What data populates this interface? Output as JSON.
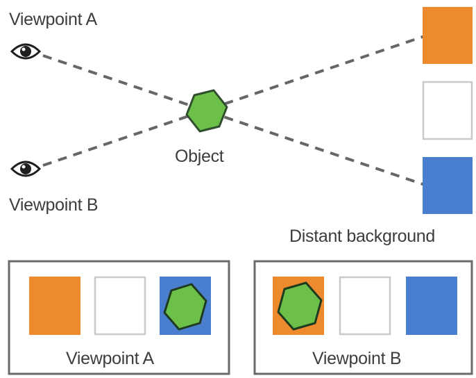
{
  "labels": {
    "viewpoint_a": "Viewpoint A",
    "viewpoint_b": "Viewpoint B",
    "object": "Object",
    "background": "Distant background"
  },
  "panels": [
    {
      "title": "Viewpoint A",
      "object_on_swatch": 3
    },
    {
      "title": "Viewpoint B",
      "object_on_swatch": 1
    }
  ],
  "background_swatches": [
    "orange",
    "white",
    "blue"
  ],
  "colors": {
    "orange": "#ed8a2e",
    "white": "#ffffff",
    "blue": "#4a7fcf",
    "object_fill": "#6cc04a",
    "object_stroke": "#2f4f2f",
    "line": "#666666",
    "border": "#c9c9c9",
    "panel_border": "#6a6a6a"
  },
  "icons": [
    "eye-icon",
    "hexagon-object-icon"
  ]
}
